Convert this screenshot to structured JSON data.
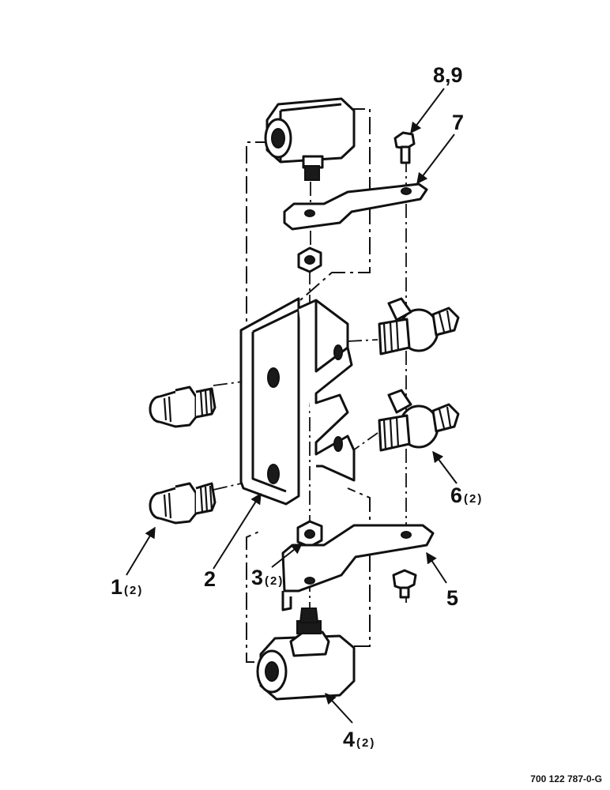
{
  "callouts": [
    {
      "id": "1",
      "qty": "(2)"
    },
    {
      "id": "2",
      "qty": ""
    },
    {
      "id": "3",
      "qty": "(2)"
    },
    {
      "id": "4",
      "qty": "(2)"
    },
    {
      "id": "5",
      "qty": ""
    },
    {
      "id": "6",
      "qty": "(2)"
    },
    {
      "id": "7",
      "qty": ""
    },
    {
      "id": "8,9",
      "qty": ""
    }
  ],
  "document_number": "700 122 787-0-G"
}
